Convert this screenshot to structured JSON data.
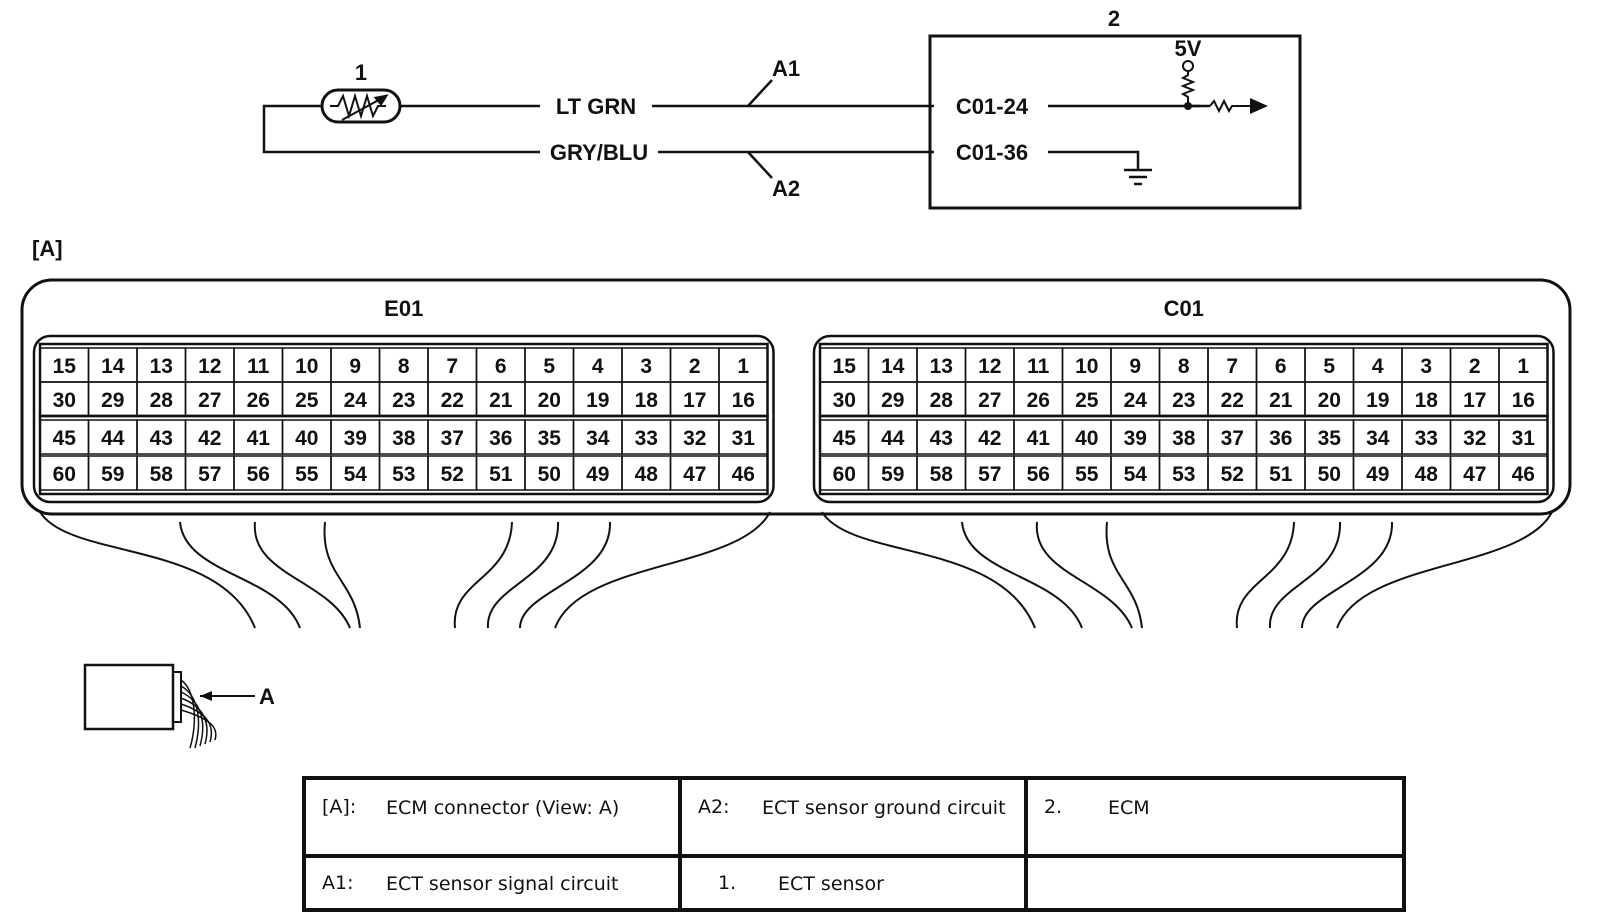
{
  "schematic": {
    "sensor_number": "1",
    "ecm_number": "2",
    "voltage_label": "5V",
    "wire_color_signal": "LT GRN",
    "wire_color_ground": "GRY/BLU",
    "circuit_signal_tag": "A1",
    "circuit_ground_tag": "A2",
    "terminal_signal": "C01-24",
    "terminal_ground": "C01-36"
  },
  "connector_view": {
    "label": "[A]",
    "arrow_label": "A",
    "connectors": [
      {
        "name": "E01",
        "rows": [
          [
            "15",
            "14",
            "13",
            "12",
            "11",
            "10",
            "9",
            "8",
            "7",
            "6",
            "5",
            "4",
            "3",
            "2",
            "1"
          ],
          [
            "30",
            "29",
            "28",
            "27",
            "26",
            "25",
            "24",
            "23",
            "22",
            "21",
            "20",
            "19",
            "18",
            "17",
            "16"
          ],
          [
            "45",
            "44",
            "43",
            "42",
            "41",
            "40",
            "39",
            "38",
            "37",
            "36",
            "35",
            "34",
            "33",
            "32",
            "31"
          ],
          [
            "60",
            "59",
            "58",
            "57",
            "56",
            "55",
            "54",
            "53",
            "52",
            "51",
            "50",
            "49",
            "48",
            "47",
            "46"
          ]
        ]
      },
      {
        "name": "C01",
        "rows": [
          [
            "15",
            "14",
            "13",
            "12",
            "11",
            "10",
            "9",
            "8",
            "7",
            "6",
            "5",
            "4",
            "3",
            "2",
            "1"
          ],
          [
            "30",
            "29",
            "28",
            "27",
            "26",
            "25",
            "24",
            "23",
            "22",
            "21",
            "20",
            "19",
            "18",
            "17",
            "16"
          ],
          [
            "45",
            "44",
            "43",
            "42",
            "41",
            "40",
            "39",
            "38",
            "37",
            "36",
            "35",
            "34",
            "33",
            "32",
            "31"
          ],
          [
            "60",
            "59",
            "58",
            "57",
            "56",
            "55",
            "54",
            "53",
            "52",
            "51",
            "50",
            "49",
            "48",
            "47",
            "46"
          ]
        ]
      }
    ]
  },
  "legend": {
    "rows": [
      [
        {
          "key": "[A]:",
          "text": "ECM connector (View: A)"
        },
        {
          "key": "A2:",
          "text": "ECT sensor ground circuit"
        },
        {
          "key": "2.",
          "text": "ECM"
        }
      ],
      [
        {
          "key": "A1:",
          "text": "ECT sensor signal circuit"
        },
        {
          "key": "1.",
          "text": "ECT sensor"
        },
        {
          "key": "",
          "text": ""
        }
      ]
    ]
  }
}
